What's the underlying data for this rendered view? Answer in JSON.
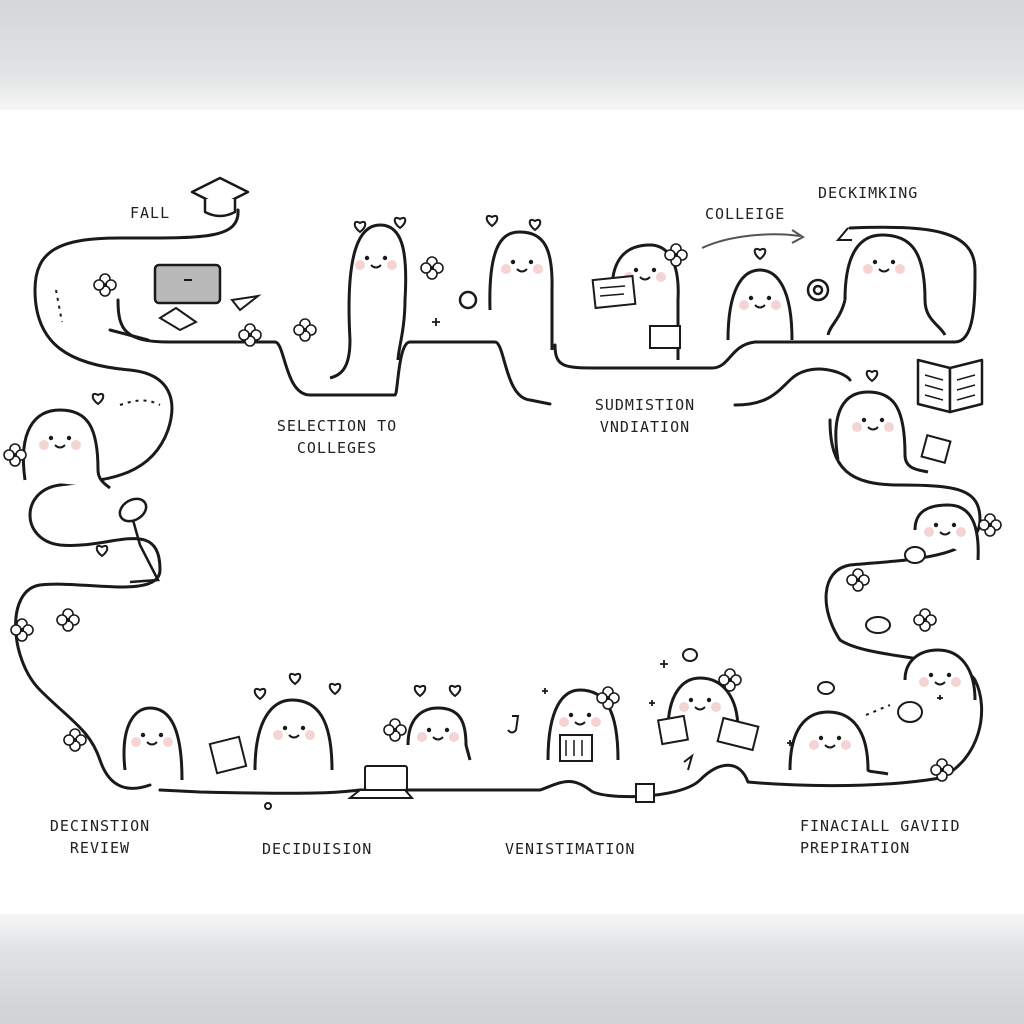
{
  "stages": {
    "fall": "FALL",
    "selection_line1": "SELECTION TO",
    "selection_line2": "COLLEGES",
    "college": "COLLEIGE",
    "deckimking": "DECKIMKING",
    "submission_line1": "SUDMISTION",
    "submission_line2": "VNDIATION",
    "decision_review_line1": "DECINSTION",
    "decision_review_line2": "REVIEW",
    "decidusion": "DECIDUISION",
    "venistimation": "VENISTIMATION",
    "financial_line1": "FINACIALL GAVIID",
    "financial_line2": "PREPIRATION"
  },
  "icons": [
    "graduation-cap-icon",
    "laptop-icon",
    "heart-icon",
    "flower-icon",
    "book-icon",
    "document-icon",
    "speech-bubble-icon",
    "arrow-icon",
    "sparkle-icon",
    "music-note-icon"
  ],
  "colors": {
    "ink": "#1a1a1a",
    "blush": "#f3c9c9",
    "laptop": "#b9b9b9",
    "band": "#d4d7d9"
  }
}
